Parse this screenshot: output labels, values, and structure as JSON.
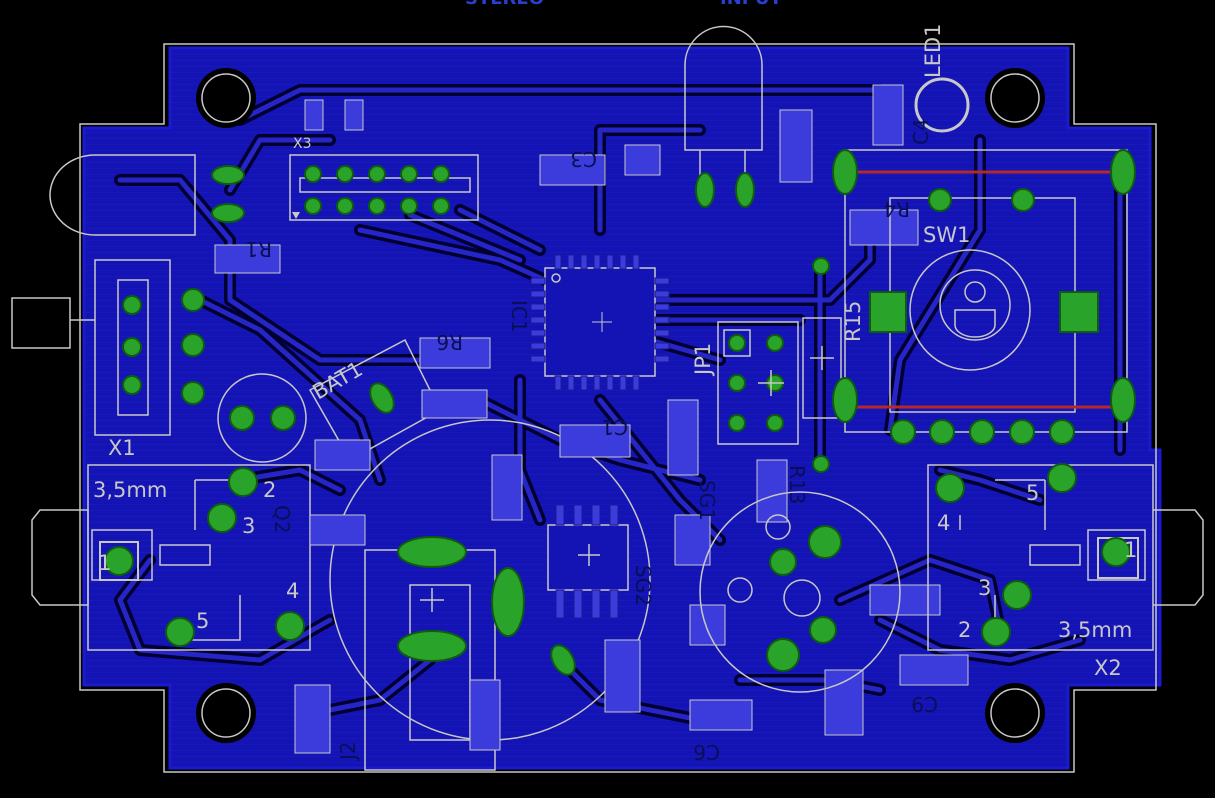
{
  "colors": {
    "background": "#000000",
    "copper_fill": "#1414b4",
    "copper_trace": "#2424c8",
    "trace_gap": "#000028",
    "silkscreen": "#c8c8c8",
    "pad": "#2aa32a",
    "pad_outline": "#0f5c0f",
    "smd": "#3c3cdc",
    "outline_red": "#b42828",
    "bottom_label": "#0a0f55"
  },
  "top_edge_labels": [
    "STEREO",
    "INPUT"
  ],
  "components": {
    "led1": "LED1",
    "x3": "X3",
    "x1": "X1",
    "x2": "X2",
    "sw1": "SW1",
    "bat1": "BAT1",
    "jp1": "JP1",
    "ic1": "IC1",
    "c1": "C1",
    "c3": "C3",
    "c4": "C4",
    "c6": "C6",
    "c9": "C9",
    "r1": "R1",
    "r4": "R4",
    "r6": "R6",
    "r13": "R13",
    "r15": "R15",
    "q2": "Q2",
    "sg1": "SG1",
    "sg2": "SG2",
    "j2": "J2"
  },
  "jack_left": {
    "size_label": "3,5mm",
    "pins": [
      "1",
      "2",
      "3",
      "4",
      "5"
    ]
  },
  "jack_right": {
    "size_label": "3,5mm",
    "pins": [
      "1",
      "2",
      "3",
      "4",
      "5"
    ]
  }
}
